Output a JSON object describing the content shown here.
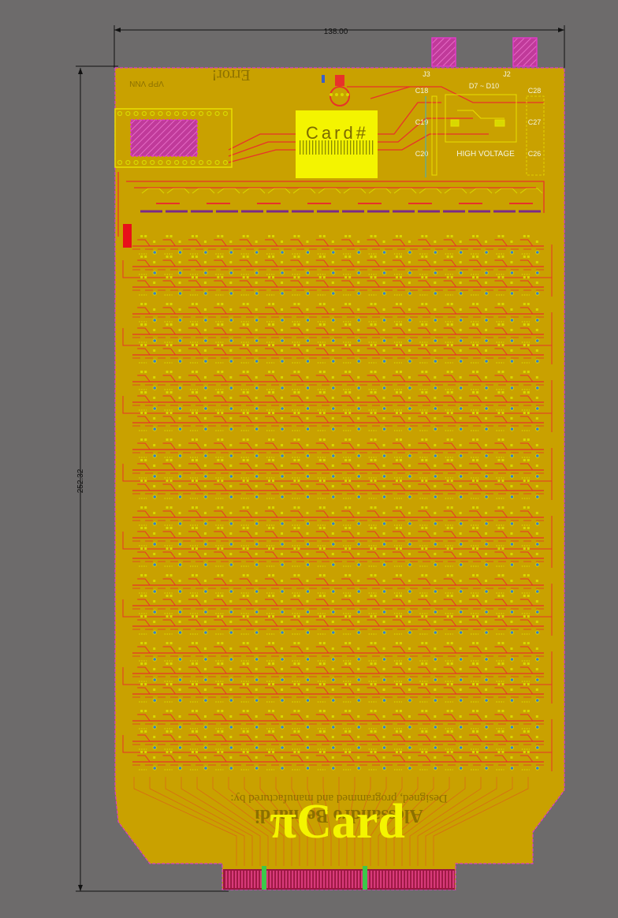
{
  "dimensions": {
    "width_label": "138.00",
    "height_label": "252.32"
  },
  "board": {
    "color": "#c9a100",
    "trace_color": "#e8322a",
    "pad_color": "#d8d800",
    "keepout_color": "#e03ac8"
  },
  "labels": {
    "error": "Error!",
    "vpp_vnn": "VPP VNN",
    "card_number": "Card#",
    "j3": "J3",
    "j2": "J2",
    "diodes": "D7 ~ D10",
    "high_voltage": "HIGH VOLTAGE",
    "caps_left": [
      "C18",
      "C19",
      "C20"
    ],
    "caps_right": [
      "C28",
      "C27",
      "C26"
    ],
    "credit_line1": "Designed, programmed and manufactured by:",
    "credit_line2": "Alessandro Bernardi",
    "title": "πCard"
  }
}
